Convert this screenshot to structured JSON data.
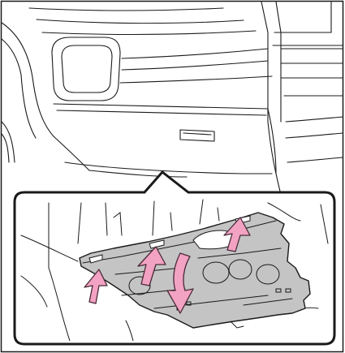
{
  "figure": {
    "kind": "technical-illustration",
    "subject": "glove-box-undercover-removal",
    "border_color": "#1a1a1a",
    "panel_fill": "#c4c4c4",
    "arrow_fill": "#f2a2c2",
    "arrow_stroke": "#4a2a38",
    "arrows": [
      {
        "name": "up-arrow-left",
        "direction": "up"
      },
      {
        "name": "up-arrow-middle",
        "direction": "up"
      },
      {
        "name": "down-arrow-center",
        "direction": "down"
      },
      {
        "name": "up-arrow-right",
        "direction": "up"
      }
    ]
  }
}
